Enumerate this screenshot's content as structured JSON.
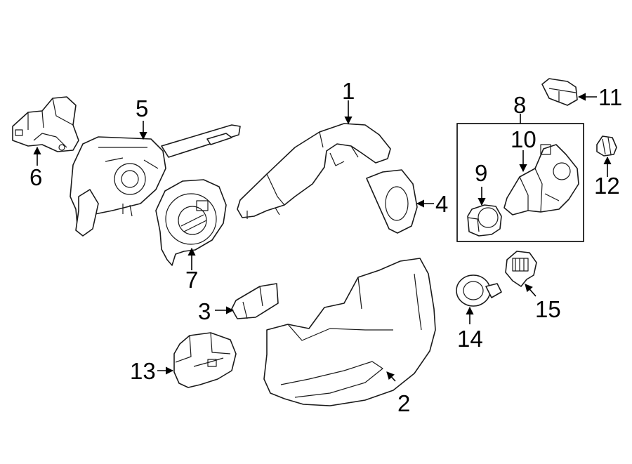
{
  "callouts": [
    {
      "id": "1",
      "text": "1"
    },
    {
      "id": "2",
      "text": "2"
    },
    {
      "id": "3",
      "text": "3"
    },
    {
      "id": "4",
      "text": "4"
    },
    {
      "id": "5",
      "text": "5"
    },
    {
      "id": "6",
      "text": "6"
    },
    {
      "id": "7",
      "text": "7"
    },
    {
      "id": "8",
      "text": "8"
    },
    {
      "id": "9",
      "text": "9"
    },
    {
      "id": "10",
      "text": "10"
    },
    {
      "id": "11",
      "text": "11"
    },
    {
      "id": "12",
      "text": "12"
    },
    {
      "id": "13",
      "text": "13"
    },
    {
      "id": "14",
      "text": "14"
    },
    {
      "id": "15",
      "text": "15"
    }
  ]
}
